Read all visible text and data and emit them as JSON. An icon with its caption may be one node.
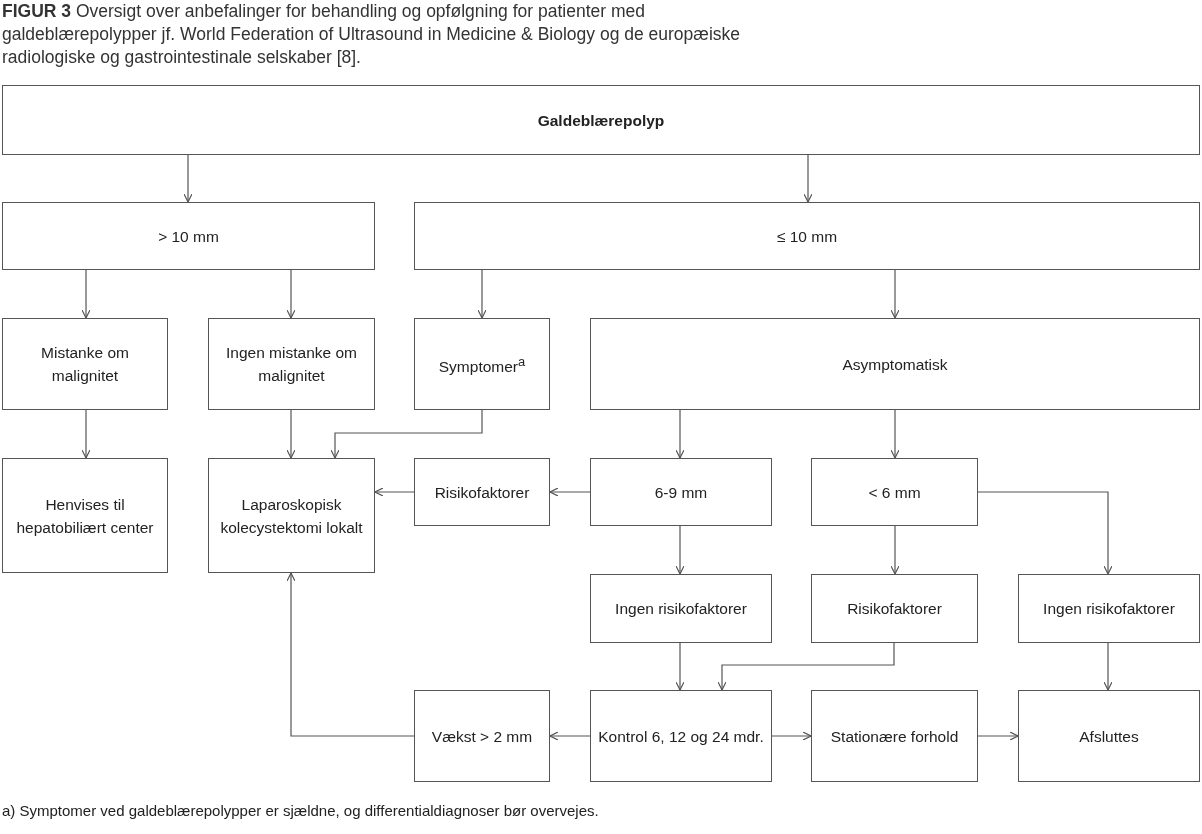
{
  "diagram": {
    "title": "**FIGUR 3** Oversigt over anbefalinger for behandling og opfølgning for patienter med galdeblærepolypper jf. World Federation of Ultrasound in Medicine & Biology og de europæiske radiologiske og gastrointestinale selskaber [8].",
    "caption": "a) Symptomer ved galdeblærepolypper er sjældne, og differentialdiagnoser bør overvejes.",
    "nodes": [
      {
        "text": [
          "Galdeblærepolyp"
        ]
      },
      {
        "text": [
          "> 10 mm"
        ]
      },
      {
        "text": [
          "≤ 10 mm"
        ]
      },
      {
        "text": [
          "Mistanke om malignitet"
        ]
      },
      {
        "text": [
          "Ingen mistanke om malignitet"
        ]
      },
      {
        "text": [
          "Symptomer$^{a}$"
        ]
      },
      {
        "text": [
          "Asymptomatisk"
        ]
      },
      {
        "text": [
          "Henvises til hepatobiliært center"
        ]
      },
      {
        "text": [
          "Laparoskopisk kolecystektomi lokalt"
        ]
      },
      {
        "text": [
          "Risikofaktorer"
        ]
      },
      {
        "text": [
          "6-9 mm"
        ]
      },
      {
        "text": [
          "< 6 mm"
        ]
      },
      {
        "text": [
          "Ingen risikofaktorer"
        ]
      },
      {
        "text": [
          "Risikofaktorer"
        ]
      },
      {
        "text": [
          "Ingen risikofaktorer"
        ]
      },
      {
        "text": [
          "Vækst > 2 mm"
        ]
      },
      {
        "text": [
          "Kontrol 6, 12 og 24 mdr."
        ]
      },
      {
        "text": [
          "Stationære forhold"
        ]
      },
      {
        "text": [
          "Afsluttes"
        ]
      }
    ],
    "edges": [
      {
        "from": 0,
        "to": 1,
        "arrow": "to"
      },
      {
        "from": 0,
        "to": 2,
        "arrow": "to"
      },
      {
        "from": 1,
        "to": 3,
        "arrow": "to"
      },
      {
        "from": 1,
        "to": 4,
        "arrow": "to"
      },
      {
        "from": 2,
        "to": 5,
        "arrow": "to"
      },
      {
        "from": 2,
        "to": 6,
        "arrow": "to"
      },
      {
        "from": 3,
        "to": 7,
        "arrow": "to"
      },
      {
        "from": 4,
        "to": 8,
        "arrow": "to"
      },
      {
        "from": 5,
        "to": 8,
        "arrow": "to"
      },
      {
        "from": 6,
        "to": 10,
        "arrow": "to"
      },
      {
        "from": 6,
        "to": 11,
        "arrow": "to"
      },
      {
        "from": 10,
        "to": 9,
        "arrow": "to"
      },
      {
        "from": 9,
        "to": 8,
        "arrow": "to"
      },
      {
        "from": 10,
        "to": 12,
        "arrow": "to"
      },
      {
        "from": 11,
        "to": 13,
        "arrow": "to"
      },
      {
        "from": 11,
        "to": 14,
        "arrow": "to"
      },
      {
        "from": 12,
        "to": 16,
        "arrow": "to"
      },
      {
        "from": 13,
        "to": 16,
        "arrow": "to"
      },
      {
        "from": 14,
        "to": 18,
        "arrow": "to"
      },
      {
        "from": 16,
        "to": 15,
        "arrow": "to"
      },
      {
        "from": 15,
        "to": 8,
        "arrow": "to"
      },
      {
        "from": 16,
        "to": 17,
        "arrow": "to"
      },
      {
        "from": 17,
        "to": 18,
        "arrow": "to"
      }
    ]
  }
}
